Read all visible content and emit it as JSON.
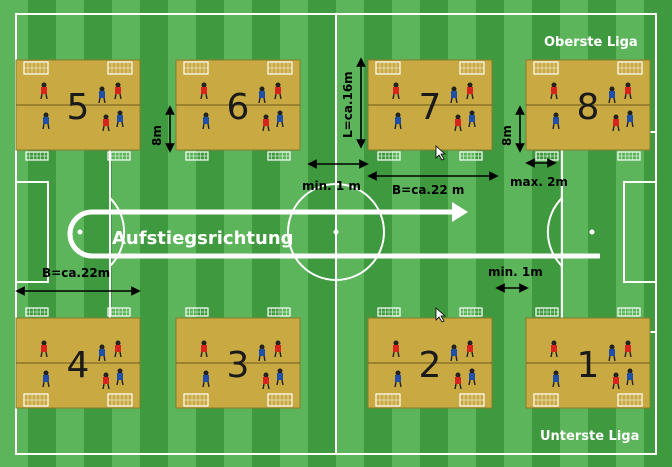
{
  "labels": {
    "top_league": "Oberste Liga",
    "bottom_league": "Unterste Liga",
    "direction": "Aufstiegsrichtung",
    "len_field": "L=ca.16m",
    "depth_label": "8m",
    "width_field": "B=ca.22 m",
    "width_field_left": "B=ca.22m",
    "gap_min_1m": "min. 1 m",
    "gap_min_1m_b": "min. 1m",
    "gap_max_2m": "max. 2m"
  },
  "fields": [
    {
      "num": "5"
    },
    {
      "num": "6"
    },
    {
      "num": "7"
    },
    {
      "num": "8"
    },
    {
      "num": "4"
    },
    {
      "num": "3"
    },
    {
      "num": "2"
    },
    {
      "num": "1"
    }
  ],
  "colors": {
    "grass_dark": "#3f9a3f",
    "grass_light": "#5cb55a",
    "field_fill": "#c9a941",
    "field_border": "#8a7a2e",
    "line_white": "#ffffff",
    "arrow": "#000000",
    "player_red": "#d8231f",
    "player_blue": "#1f4fa8"
  }
}
